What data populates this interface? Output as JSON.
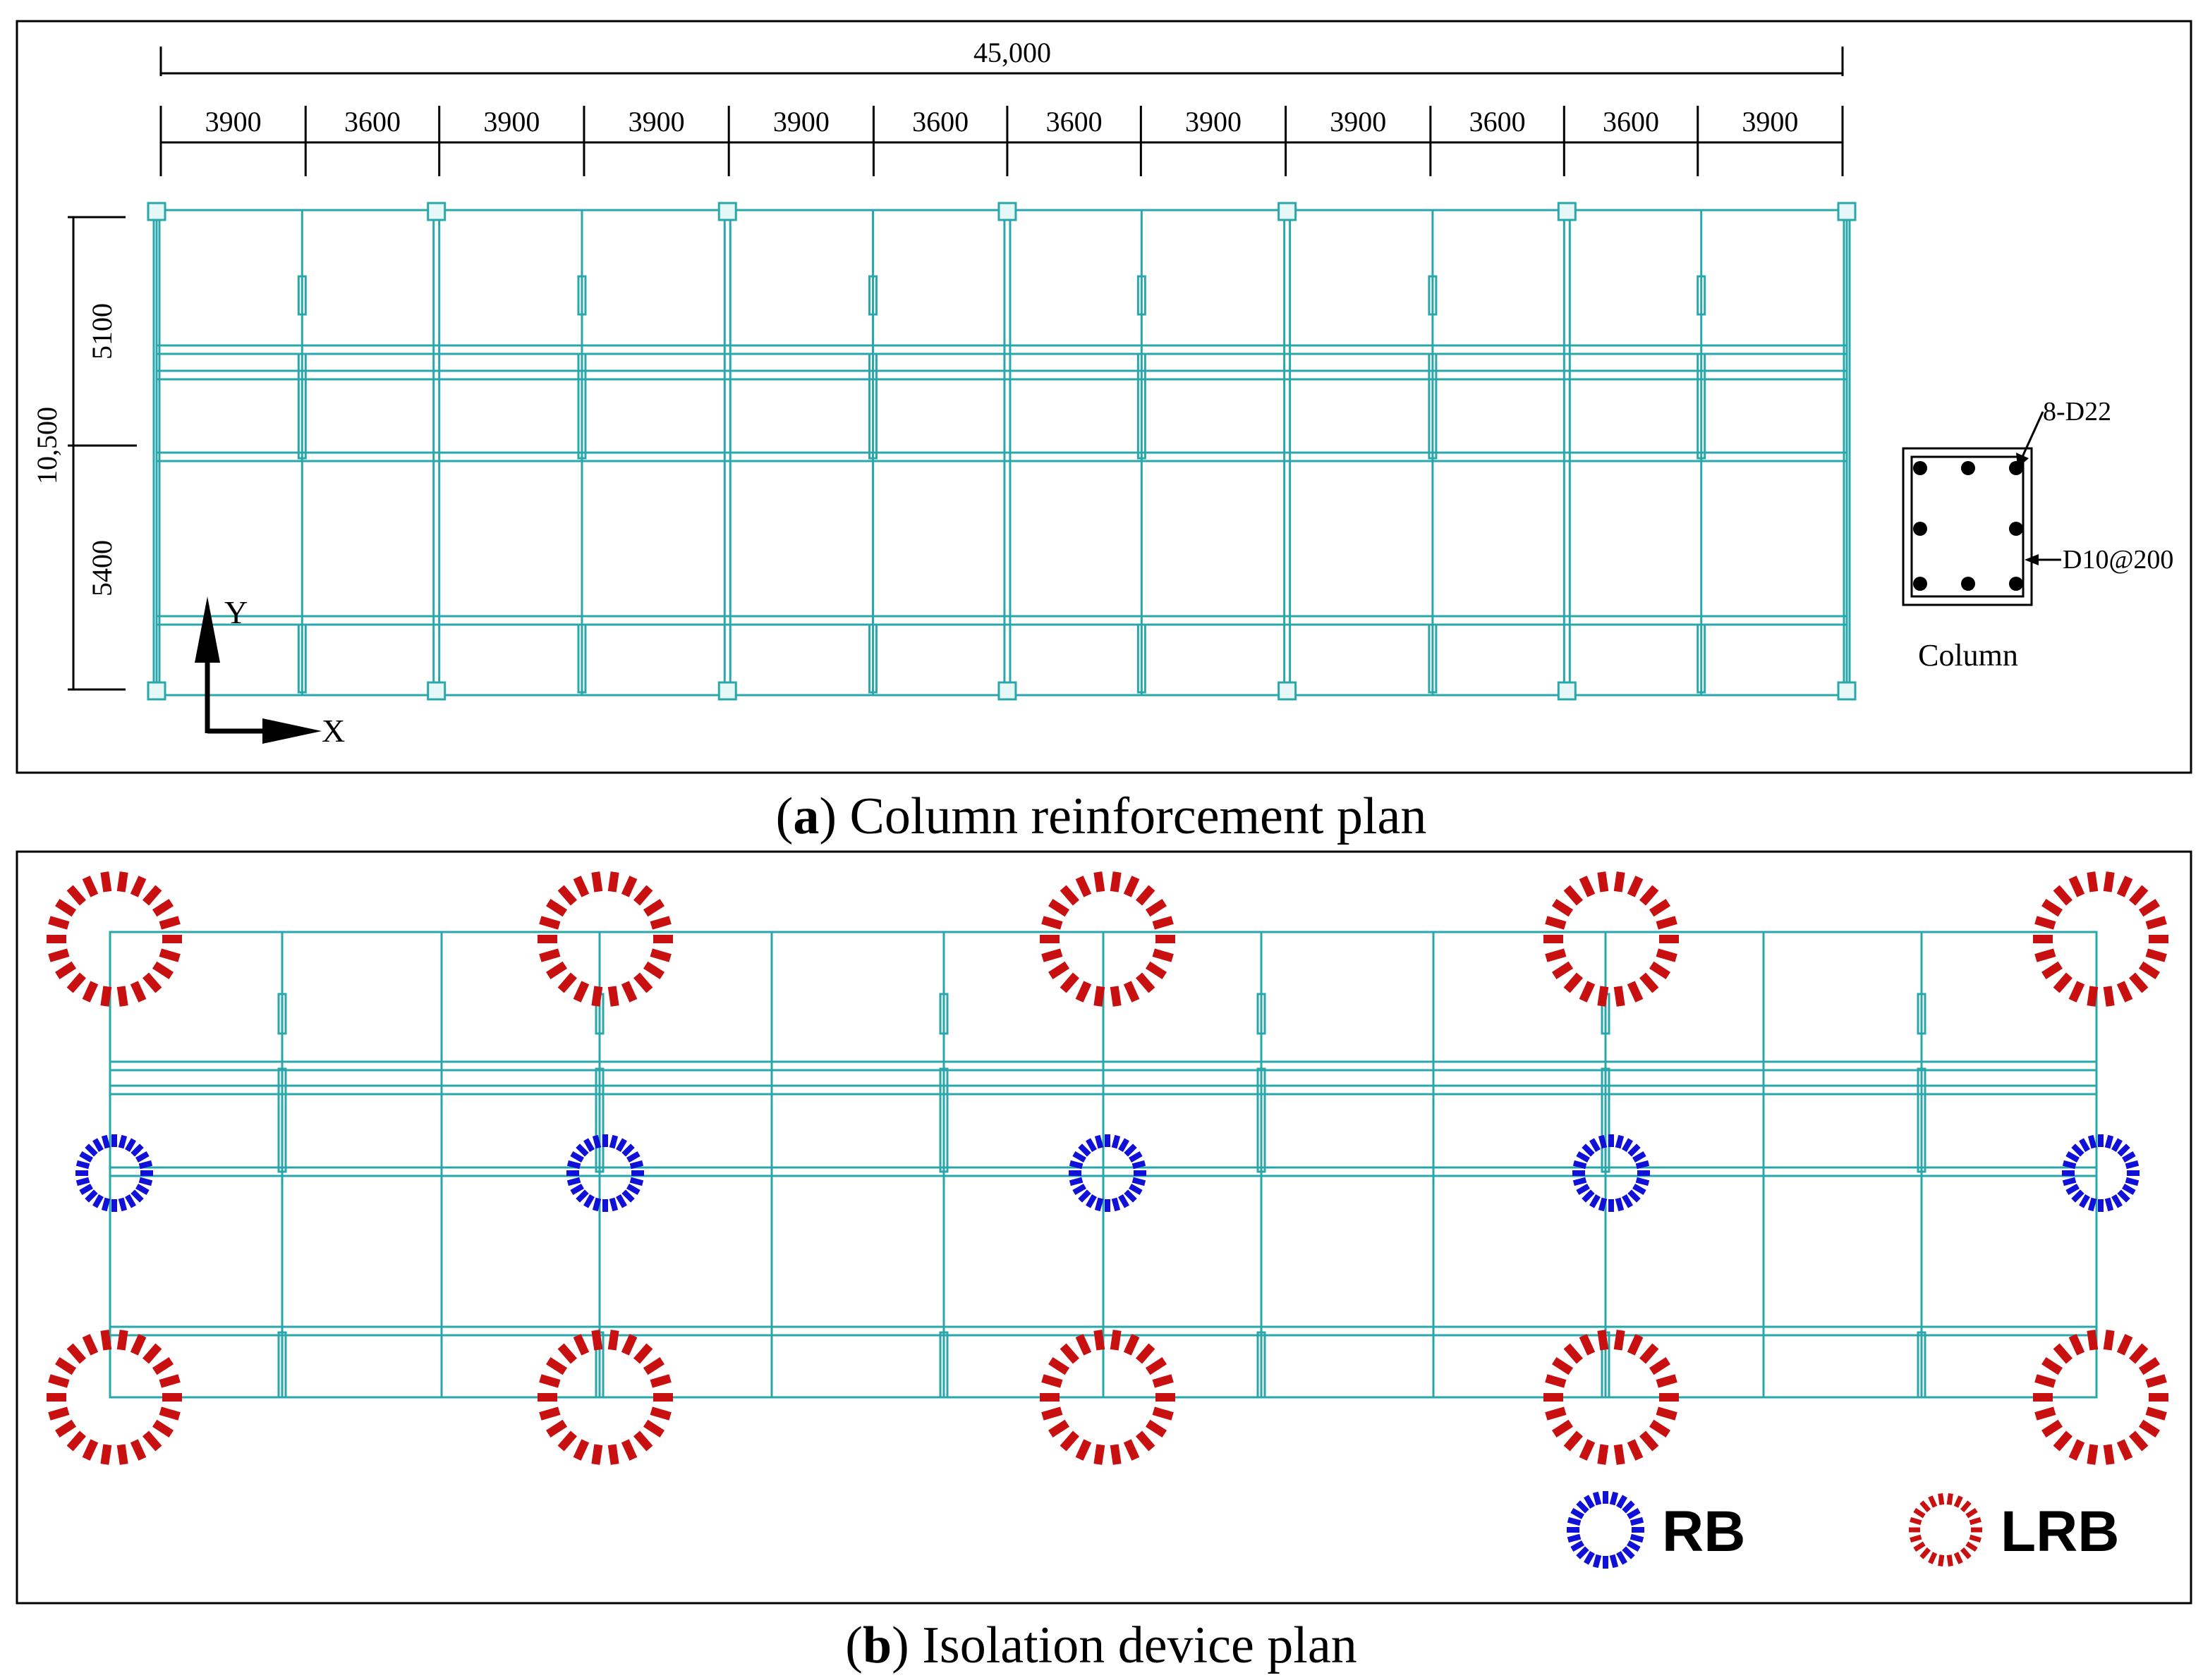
{
  "panel_a": {
    "total_length": "45,000",
    "spans": [
      "3900",
      "3600",
      "3900",
      "3900",
      "3900",
      "3600",
      "3600",
      "3900",
      "3900",
      "3600",
      "3600",
      "3900"
    ],
    "total_width": "10,500",
    "bays": [
      "5100",
      "5400"
    ],
    "axis_y": "Y",
    "axis_x": "X",
    "rebar_label": "8-D22",
    "tie_label": "D10@200",
    "section_title": "Column",
    "caption_letter": "a",
    "caption_text": " Column reinforcement plan"
  },
  "panel_b": {
    "legend_rb": "RB",
    "legend_lrb": "LRB",
    "caption_letter": "b",
    "caption_text": " Isolation device plan"
  },
  "colors": {
    "frame": "#2aa7ab",
    "rb": "#1010d8",
    "lrb": "#c81010",
    "ink": "#000000"
  }
}
